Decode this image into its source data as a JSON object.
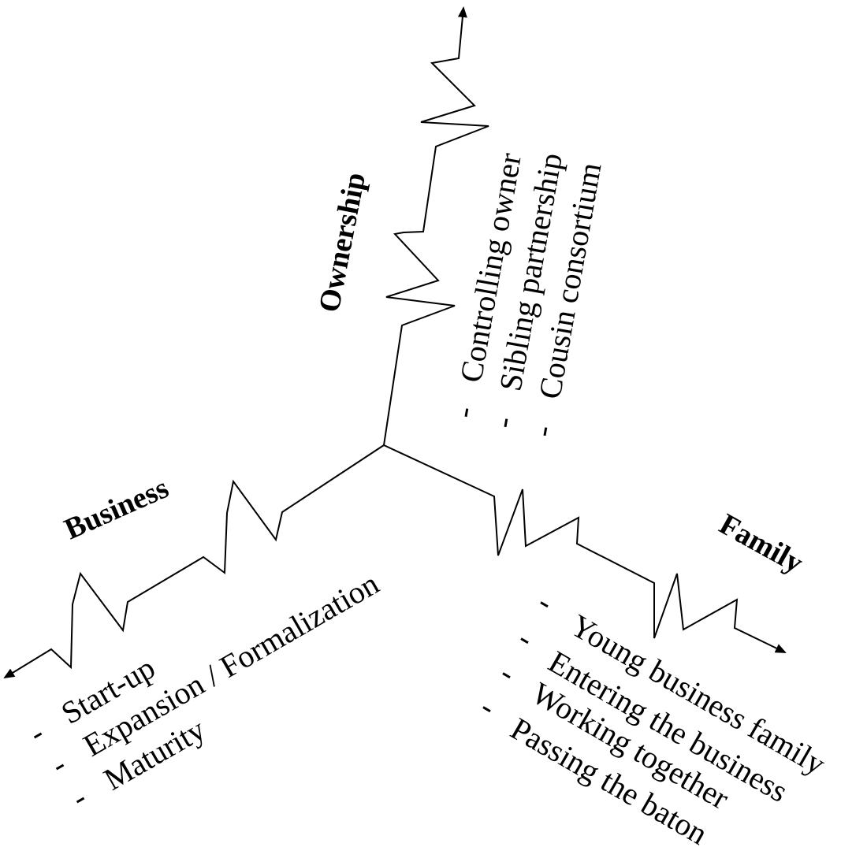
{
  "diagram": {
    "axes": {
      "ownership": {
        "title": "Ownership",
        "stages": [
          "Controlling owner",
          "Sibling partnership",
          "Cousin consortium"
        ]
      },
      "business": {
        "title": "Business",
        "stages": [
          "Start-up",
          "Expansion / Formalization",
          "Maturity"
        ]
      },
      "family": {
        "title": "Family",
        "stages": [
          "Young business family",
          "Entering the business",
          "Working together",
          "Passing the baton"
        ]
      }
    },
    "bullet": "-",
    "colors": {
      "line": "#000000",
      "background": "#ffffff"
    }
  }
}
